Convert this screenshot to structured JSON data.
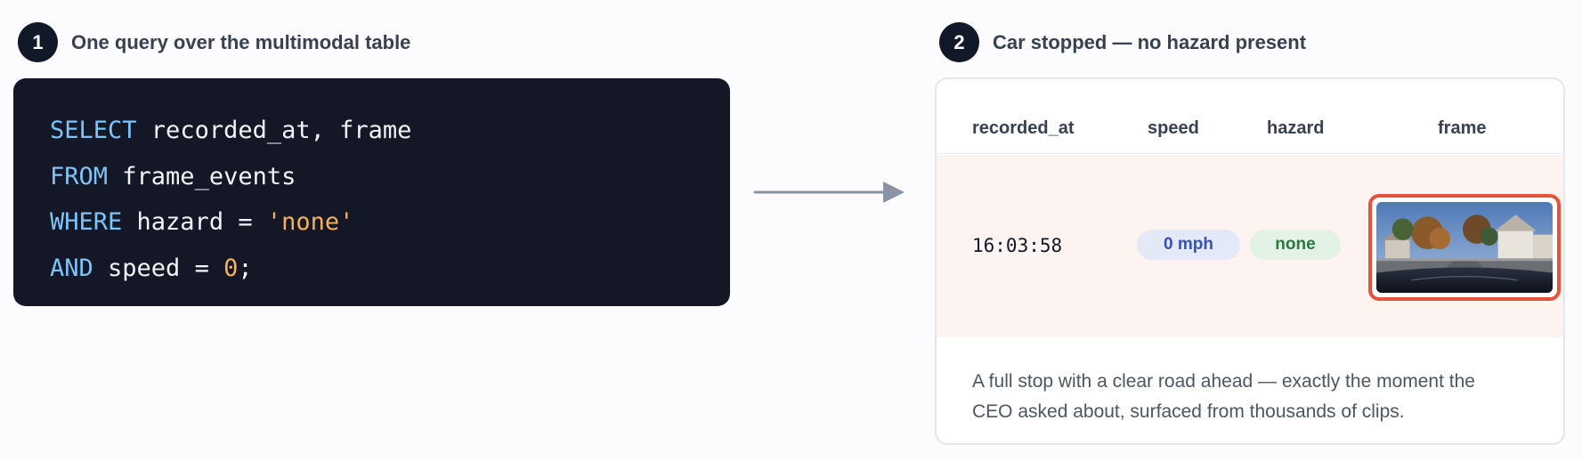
{
  "steps": [
    {
      "number": "1",
      "title": "One query over the multimodal table"
    },
    {
      "number": "2",
      "title": "Car stopped — no hazard present"
    }
  ],
  "query": {
    "line1": {
      "kw": "SELECT",
      "rest": " recorded_at, frame"
    },
    "line2": {
      "kw": "FROM",
      "rest": " frame_events"
    },
    "line3": {
      "kw": "WHERE",
      "rest": " hazard = ",
      "str": "'none'"
    },
    "line4": {
      "kw": "AND",
      "rest": " speed = ",
      "num": "0",
      "end": ";"
    }
  },
  "table": {
    "headers": [
      "recorded_at",
      "speed",
      "hazard",
      "frame"
    ],
    "row": {
      "recorded_at": "16:03:58",
      "speed": "0 mph",
      "hazard": "none"
    }
  },
  "caption": "A full stop with a clear road ahead — exactly the moment the CEO asked about, surfaced from thousands of clips.",
  "colors": {
    "highlight_border": "#e5533a",
    "row_highlight": "#fdf4f1",
    "code_bg": "#131726",
    "keyword": "#7cc4fa",
    "literal": "#f5b25e"
  }
}
